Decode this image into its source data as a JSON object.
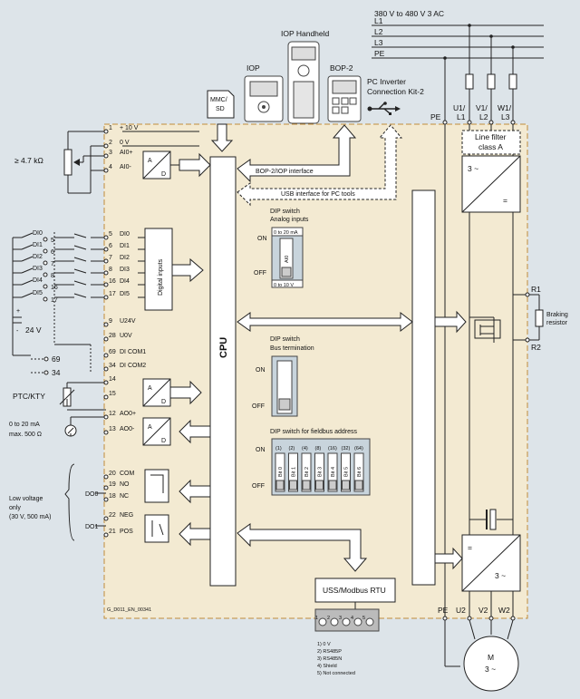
{
  "supply": {
    "title": "380 V to 480 V 3 AC",
    "lines": [
      "L1",
      "L2",
      "L3",
      "PE"
    ]
  },
  "devices": {
    "iop_handheld": "IOP Handheld",
    "iop": "IOP",
    "bop2": "BOP-2",
    "mmc": "MMC/\nSD",
    "pc_kit": "PC Inverter\nConnection Kit-2"
  },
  "terminals_top": {
    "pe": "PE",
    "u1": "U1/\nL1",
    "v1": "V1/\nL2",
    "w1": "W1/\nL3"
  },
  "line_filter": "Line filter\nclass A",
  "analog_in": {
    "rows": [
      {
        "num": "1",
        "label": "+ 10 V"
      },
      {
        "num": "2",
        "label": "0 V"
      },
      {
        "num": "3",
        "label": "AI0+"
      },
      {
        "num": "4",
        "label": "AI0-"
      }
    ],
    "pot": "≥ 4.7 kΩ"
  },
  "bop_interface": "BOP-2/IOP  interface",
  "usb_interface": "USB interface for PC tools",
  "dip_analog": {
    "title": "DIP switch\nAnalog inputs",
    "on": "ON",
    "off": "OFF",
    "top": "0 to 20 mA",
    "mid": "AI0",
    "bottom": "0 to 10 V"
  },
  "digital_inputs": {
    "block": "Digital inputs",
    "left": [
      "DI0",
      "DI1",
      "DI2",
      "DI3",
      "DI4",
      "DI5"
    ],
    "right_nums": [
      "5",
      "6",
      "7",
      "8",
      "16",
      "17"
    ],
    "rows": [
      {
        "num": "5",
        "label": "DI0"
      },
      {
        "num": "6",
        "label": "DI1"
      },
      {
        "num": "7",
        "label": "DI2"
      },
      {
        "num": "8",
        "label": "DI3"
      },
      {
        "num": "16",
        "label": "DI4"
      },
      {
        "num": "17",
        "label": "DI5"
      }
    ]
  },
  "supply_rows": [
    {
      "num": "9",
      "label": "U24V"
    },
    {
      "num": "28",
      "label": "U0V"
    },
    {
      "num": "69",
      "label": "DI COM1"
    },
    {
      "num": "34",
      "label": "DI COM2"
    }
  ],
  "v24": "24 V",
  "com_nums": [
    "69",
    "34"
  ],
  "cpu": "CPU",
  "dip_bus": {
    "title": "DIP switch\nBus termination",
    "on": "ON",
    "off": "OFF"
  },
  "ptc": {
    "label": "PTC/KTY",
    "rows": [
      {
        "num": "14"
      },
      {
        "num": "15"
      }
    ]
  },
  "analog_out": {
    "label": "0 to 20 mA\nmax. 500 Ω",
    "rows": [
      {
        "num": "12",
        "label": "AO0+"
      },
      {
        "num": "13",
        "label": "AO0-"
      }
    ]
  },
  "dip_fieldbus": {
    "title": "DIP switch for fieldbus address",
    "on": "ON",
    "off": "OFF",
    "values": [
      "(1)",
      "(2)",
      "(4)",
      "(8)",
      "(16)",
      "(32)",
      "(64)"
    ],
    "bits": [
      "Bit 0",
      "Bit 1",
      "Bit 2",
      "Bit 3",
      "Bit 4",
      "Bit 5",
      "Bit 6"
    ]
  },
  "relay": {
    "label": "Low voltage\nonly\n(30 V, 500 mA)",
    "do0": "DO0",
    "do1": "DO1",
    "rows": [
      {
        "num": "20",
        "label": "COM"
      },
      {
        "num": "19",
        "label": "NO"
      },
      {
        "num": "18",
        "label": "NC"
      },
      {
        "num": "22",
        "label": "NEG"
      },
      {
        "num": "21",
        "label": "POS"
      }
    ]
  },
  "braking": {
    "r1": "R1",
    "r2": "R2",
    "label": "Braking\nresistor"
  },
  "rectifier": {
    "top": "3 ~",
    "bottom": "="
  },
  "inverter": {
    "top": "=",
    "bottom": "3 ~"
  },
  "uss": "USS/Modbus RTU",
  "connector_pins": [
    "1",
    "2",
    "3",
    "4",
    "5"
  ],
  "pin_legend": [
    "1) 0 V",
    "2) RS485P",
    "3) RS485N",
    "4) Shield",
    "5) Not connected"
  ],
  "terminals_bottom": {
    "pe": "PE",
    "u2": "U2",
    "v2": "V2",
    "w2": "W2"
  },
  "motor": {
    "m": "M",
    "phase": "3 ~"
  },
  "doc_id": "G_D011_EN_00341"
}
